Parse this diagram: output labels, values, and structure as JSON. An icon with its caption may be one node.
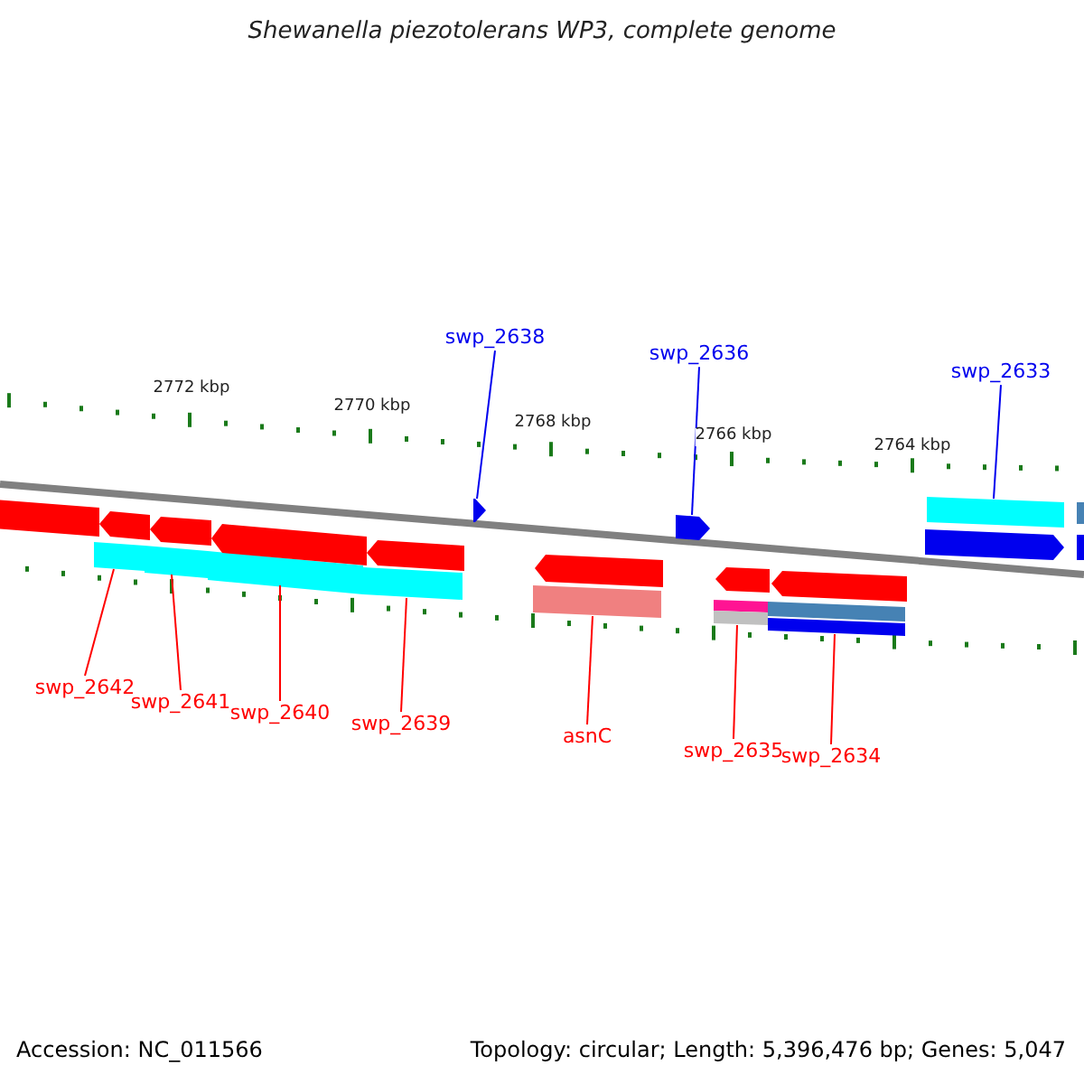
{
  "diagram": {
    "title": "Shewanella piezotolerans WP3, complete genome",
    "nodes": [
      {
        "text": [
          "swp_2638"
        ]
      },
      {
        "text": [
          "swp_2636"
        ]
      },
      {
        "text": [
          "swp_2633"
        ]
      },
      {
        "text": [
          "swp_2642"
        ]
      },
      {
        "text": [
          "swp_2641"
        ]
      },
      {
        "text": [
          "swp_2640"
        ]
      },
      {
        "text": [
          "swp_2639"
        ]
      },
      {
        "text": [
          "asnC"
        ]
      },
      {
        "text": [
          "swp_2635"
        ]
      },
      {
        "text": [
          "swp_2634"
        ]
      },
      {
        "text": [],
        "shape": "arrow"
      },
      {
        "text": [],
        "shape": "arrow"
      },
      {
        "text": [],
        "shape": "bar"
      },
      {
        "text": [],
        "shape": "bar"
      },
      {
        "text": [],
        "shape": "bar"
      },
      {
        "text": [],
        "shape": "bar"
      },
      {
        "text": [],
        "shape": "bar"
      },
      {
        "text": [],
        "shape": "bar"
      },
      {
        "text": [],
        "shape": "bar"
      },
      {
        "text": [],
        "shape": "bar"
      },
      {
        "text": [],
        "shape": "bar"
      },
      {
        "text": [],
        "shape": "arrow"
      },
      {
        "text": [],
        "shape": "arrow"
      },
      {
        "text": [],
        "shape": "arrow"
      },
      {
        "text": [],
        "shape": "arrow"
      },
      {
        "text": [],
        "shape": "arrow"
      },
      {
        "text": [],
        "shape": "arrow"
      },
      {
        "text": [],
        "shape": "arrow"
      },
      {
        "text": [],
        "shape": "arrow"
      },
      {
        "text": [],
        "shape": "bar"
      },
      {
        "text": [],
        "shape": "bar"
      },
      {
        "text": [],
        "shape": "bar"
      },
      {
        "text": [],
        "shape": "bar"
      }
    ],
    "edges": [
      {
        "from": 0,
        "to": 10,
        "arrow": "none",
        "color": "#0000ee"
      },
      {
        "from": 1,
        "to": 11,
        "arrow": "none",
        "color": "#0000ee"
      },
      {
        "from": 2,
        "to": 12,
        "arrow": "none",
        "color": "#0000ee"
      },
      {
        "from": 3,
        "to": 13,
        "arrow": "none"
      },
      {
        "from": 4,
        "to": 14,
        "arrow": "none"
      },
      {
        "from": 5,
        "to": 15,
        "arrow": "none"
      },
      {
        "from": 6,
        "to": 16,
        "arrow": "none"
      },
      {
        "from": 7,
        "to": 17,
        "arrow": "none"
      },
      {
        "from": 8,
        "to": 18,
        "arrow": "none"
      },
      {
        "from": 9,
        "to": 19,
        "arrow": "none"
      }
    ],
    "labels": [
      "2772 kbp",
      "2770 kbp",
      "2768 kbp",
      "2766 kbp",
      "2764 kbp",
      "Accession: NC_011566",
      "Topology: circular; Length: 5,396,476 bp; Genes: 5,047"
    ]
  }
}
